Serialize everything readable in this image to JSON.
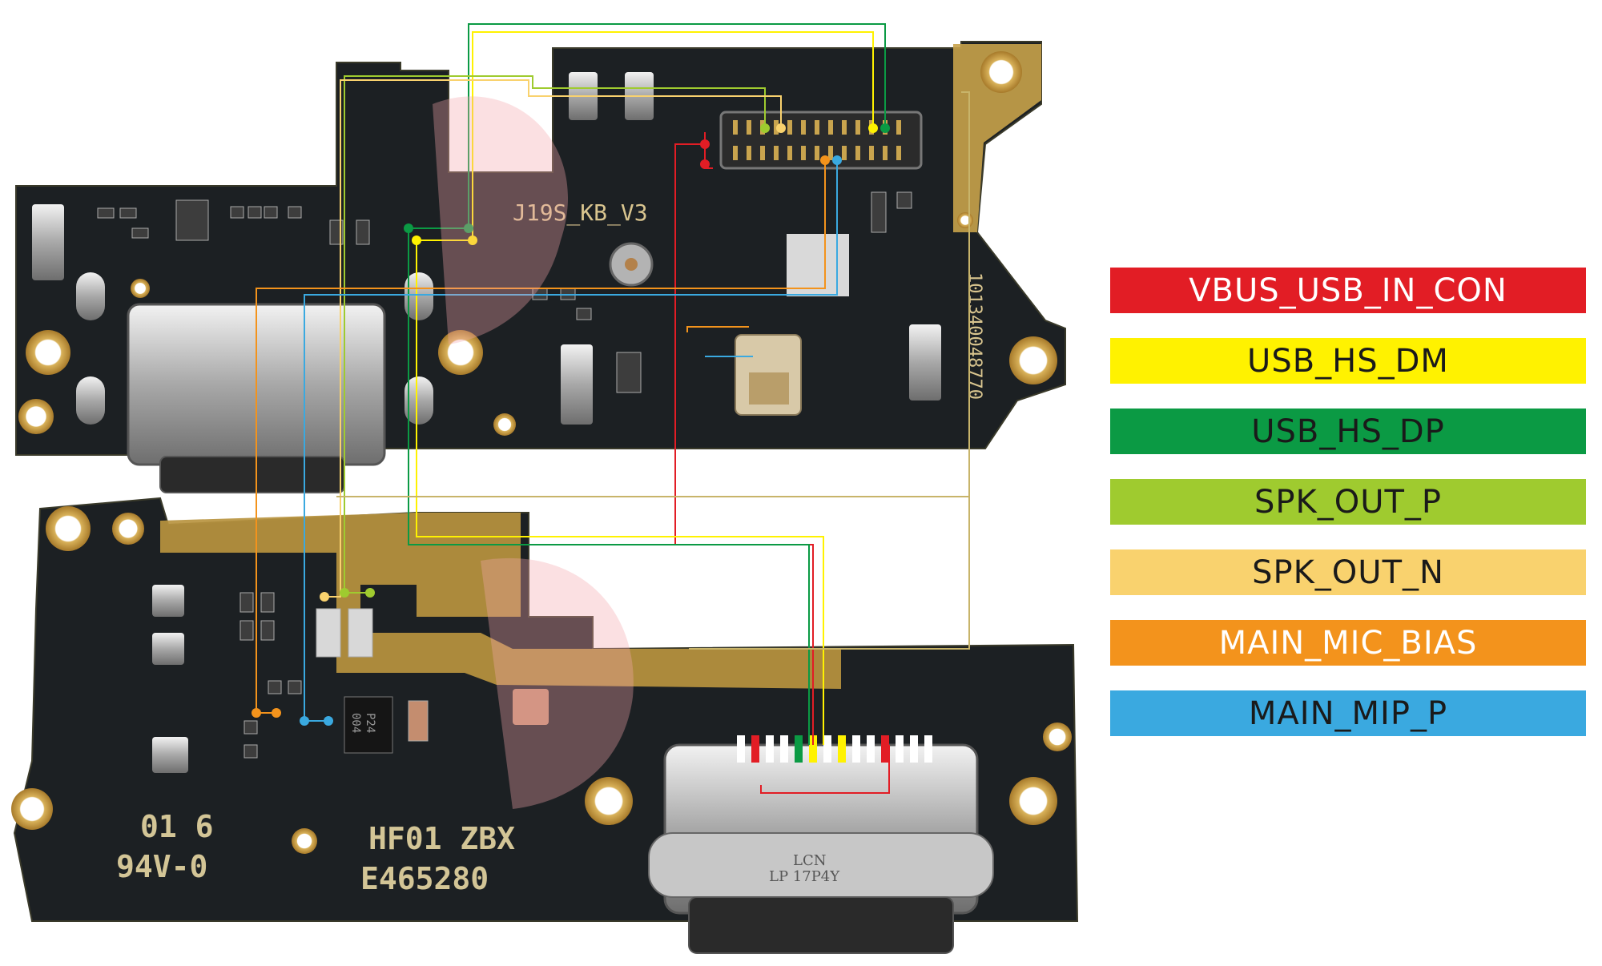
{
  "board": {
    "top_label": "J19S_KB_V3",
    "serial_text": "101340048770",
    "marking_code": "01 6",
    "marking_rating": "94V-0",
    "marking_factory": "HF01 ZBX",
    "marking_file": "E465280",
    "connector_marking_1": "LCN",
    "connector_marking_2": "LP 17P4Y",
    "ic_marking_1": "P24",
    "ic_marking_2": "004"
  },
  "legend": [
    {
      "label": "VBUS_USB_IN_CON",
      "color": "#e21d25",
      "text_color": "#ffffff"
    },
    {
      "label": "USB_HS_DM",
      "color": "#fff200",
      "text_color": "#1a1a1a"
    },
    {
      "label": "USB_HS_DP",
      "color": "#0b9a44",
      "text_color": "#1a1a1a"
    },
    {
      "label": "SPK_OUT_P",
      "color": "#9fcb2f",
      "text_color": "#1a1a1a"
    },
    {
      "label": "SPK_OUT_N",
      "color": "#f9d26e",
      "text_color": "#1a1a1a"
    },
    {
      "label": "MAIN_MIC_BIAS",
      "color": "#f3931c",
      "text_color": "#ffffff"
    },
    {
      "label": "MAIN_MIP_P",
      "color": "#3aa9e0",
      "text_color": "#1a1a1a"
    }
  ]
}
